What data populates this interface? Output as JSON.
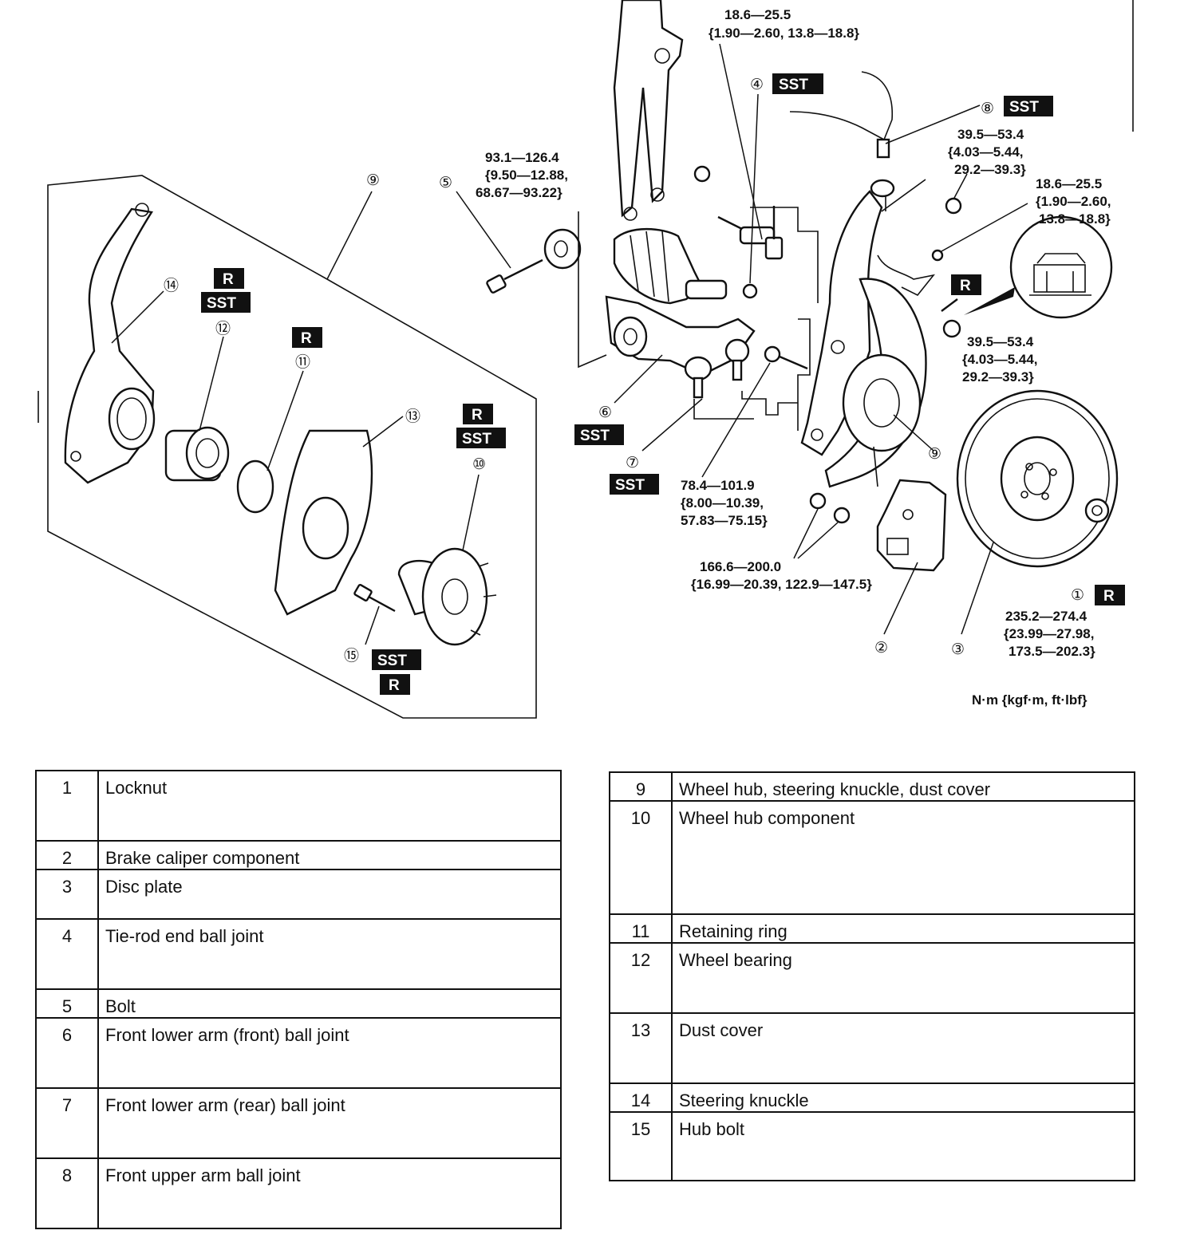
{
  "diagram": {
    "tags": {
      "sst": "SST",
      "r": "R"
    },
    "units": "N·m {kgf·m, ft·lbf}",
    "torques": {
      "t4_a": "18.6—25.5",
      "t4_b": "{1.90—2.60, 13.8—18.8}",
      "t5_a": "93.1—126.4",
      "t5_b": "{9.50—12.88,",
      "t5_c": "68.67—93.22}",
      "t8_a": "39.5—53.4",
      "t8_b": "{4.03—5.44,",
      "t8_c": "29.2—39.3}",
      "tabs_a": "18.6—25.5",
      "tabs_b": "{1.90—2.60,",
      "tabs_c": "13.8—18.8}",
      "tcal_a": "39.5—53.4",
      "tcal_b": "{4.03—5.44,",
      "tcal_c": "29.2—39.3}",
      "t78_a": "78.4—101.9",
      "t78_b": "{8.00—10.39,",
      "t78_c": "57.83—75.15}",
      "t166_a": "166.6—200.0",
      "t166_b": "{16.99—20.39, 122.9—147.5}",
      "t1_a": "235.2—274.4",
      "t1_b": "{23.99—27.98,",
      "t1_c": "173.5—202.3}"
    },
    "callouts": {
      "c1": "①",
      "c2": "②",
      "c3": "③",
      "c4": "④",
      "c5": "⑤",
      "c6": "⑥",
      "c7": "⑦",
      "c8": "⑧",
      "c9a": "⑨",
      "c9b": "⑨",
      "c10": "⑩",
      "c11": "⑪",
      "c12": "⑫",
      "c13": "⑬",
      "c14": "⑭",
      "c15": "⑮"
    }
  },
  "parts_table_left": [
    {
      "num": "1",
      "name": "Locknut"
    },
    {
      "num": "2",
      "name": "Brake caliper component"
    },
    {
      "num": "3",
      "name": "Disc plate"
    },
    {
      "num": "4",
      "name": "Tie-rod end ball joint"
    },
    {
      "num": "5",
      "name": "Bolt"
    },
    {
      "num": "6",
      "name": "Front lower arm (front) ball joint"
    },
    {
      "num": "7",
      "name": "Front lower arm (rear) ball joint"
    },
    {
      "num": "8",
      "name": "Front upper arm ball joint"
    }
  ],
  "parts_table_right": [
    {
      "num": "9",
      "name": "Wheel hub, steering knuckle, dust cover"
    },
    {
      "num": "10",
      "name": "Wheel hub component"
    },
    {
      "num": "11",
      "name": "Retaining ring"
    },
    {
      "num": "12",
      "name": "Wheel bearing"
    },
    {
      "num": "13",
      "name": "Dust cover"
    },
    {
      "num": "14",
      "name": "Steering knuckle"
    },
    {
      "num": "15",
      "name": "Hub bolt"
    }
  ]
}
